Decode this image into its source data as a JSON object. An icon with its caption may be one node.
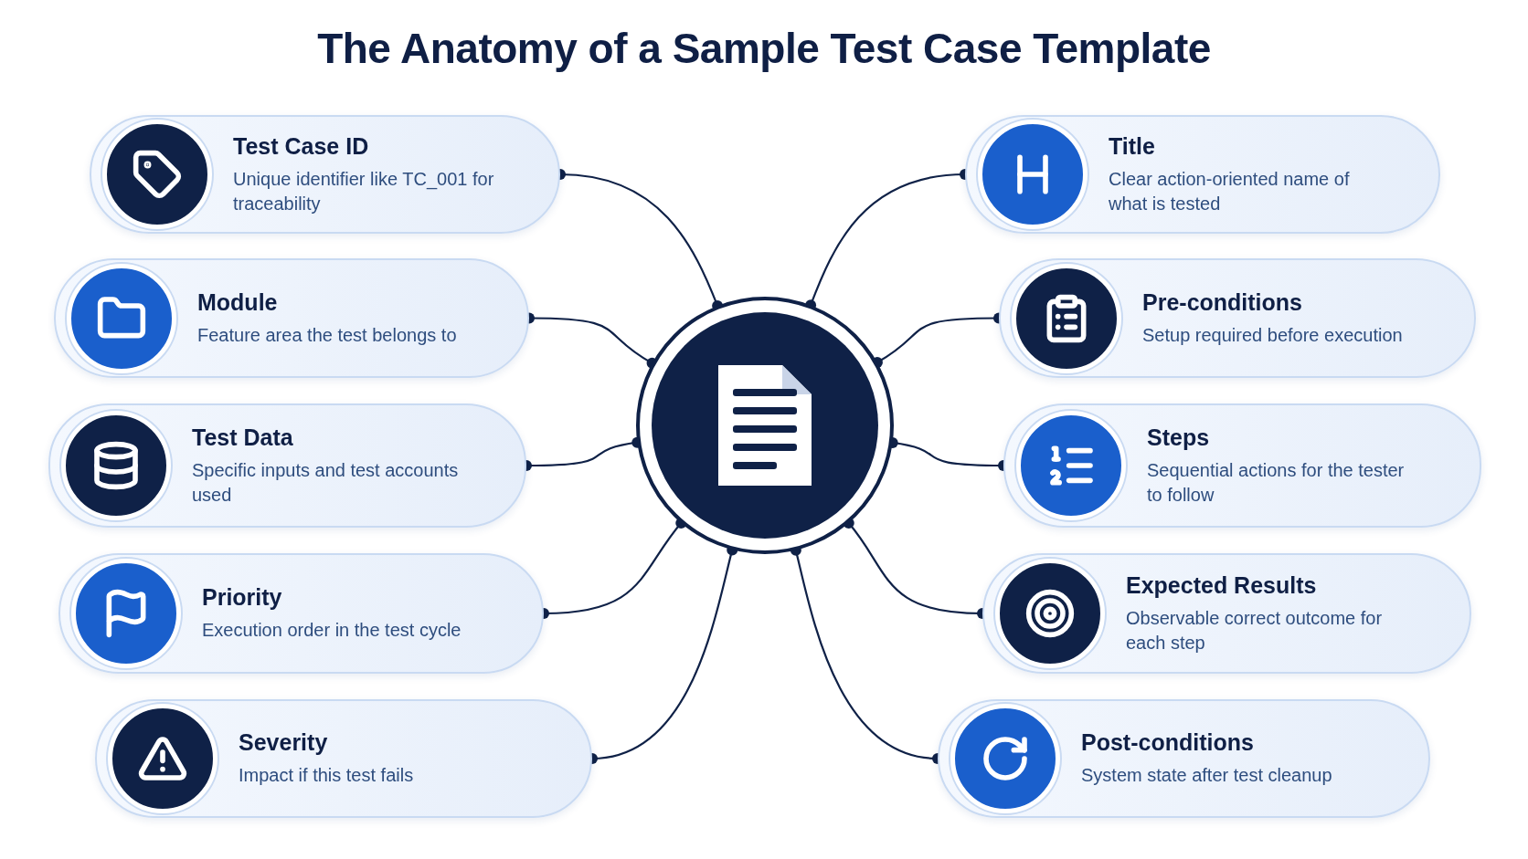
{
  "diagram": {
    "title": "The Anatomy of a Sample Test Case Template",
    "nodes": [
      {
        "text": [
          "Test Case ID",
          "Unique identifier like TC_001 for traceability"
        ]
      },
      {
        "text": [
          "Title",
          "Clear action-oriented name of what is tested"
        ]
      },
      {
        "text": [
          "Module",
          "Feature area the test belongs to"
        ]
      },
      {
        "text": [
          "Pre-conditions",
          "Setup required before execution"
        ]
      },
      {
        "text": [
          "Test Data",
          "Specific inputs and test accounts used"
        ]
      },
      {
        "text": [
          "Steps",
          "Sequential actions for the tester to follow"
        ]
      },
      {
        "text": [
          "Priority",
          "Execution order in the test cycle"
        ]
      },
      {
        "text": [
          "Expected Results",
          "Observable correct outcome for each step"
        ]
      },
      {
        "text": [
          "Severity",
          "Impact if this test fails"
        ]
      },
      {
        "text": [
          "Post-conditions",
          "System state after test cleanup"
        ]
      },
      {
        "text": [],
        "shape": "circle"
      }
    ],
    "edges": [
      {
        "from": 10,
        "to": 0,
        "arrow": "other"
      },
      {
        "from": 10,
        "to": 1,
        "arrow": "other"
      },
      {
        "from": 10,
        "to": 2,
        "arrow": "other"
      },
      {
        "from": 10,
        "to": 3,
        "arrow": "other"
      },
      {
        "from": 10,
        "to": 4,
        "arrow": "other"
      },
      {
        "from": 10,
        "to": 5,
        "arrow": "other"
      },
      {
        "from": 10,
        "to": 6,
        "arrow": "other"
      },
      {
        "from": 10,
        "to": 7,
        "arrow": "other"
      },
      {
        "from": 10,
        "to": 8,
        "arrow": "other"
      },
      {
        "from": 10,
        "to": 9,
        "arrow": "other"
      }
    ]
  }
}
